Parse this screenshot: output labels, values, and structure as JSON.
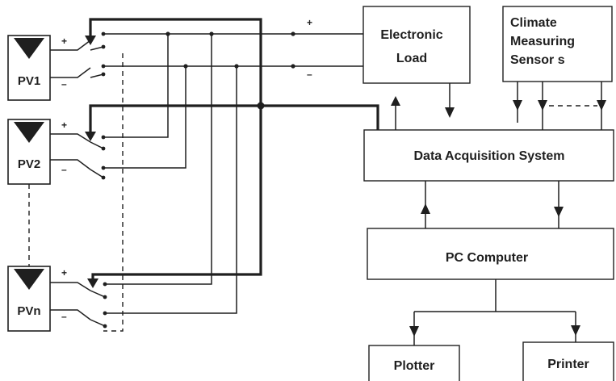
{
  "blocks": {
    "electronic_load": [
      "Electronic",
      "Load"
    ],
    "climate_sensors": [
      "Climate",
      "Measuring",
      "Sensor s"
    ],
    "daq": "Data Acquisition System",
    "pc": "PC Computer",
    "plotter": "Plotter",
    "printer": "Printer"
  },
  "panels": [
    {
      "label": "PV1"
    },
    {
      "label": "PV2"
    },
    {
      "label": "PVn"
    }
  ],
  "polarity": {
    "plus": "+",
    "minus": "–"
  },
  "colors": {
    "ink": "#1f1f1f",
    "background": "#ffffff"
  }
}
